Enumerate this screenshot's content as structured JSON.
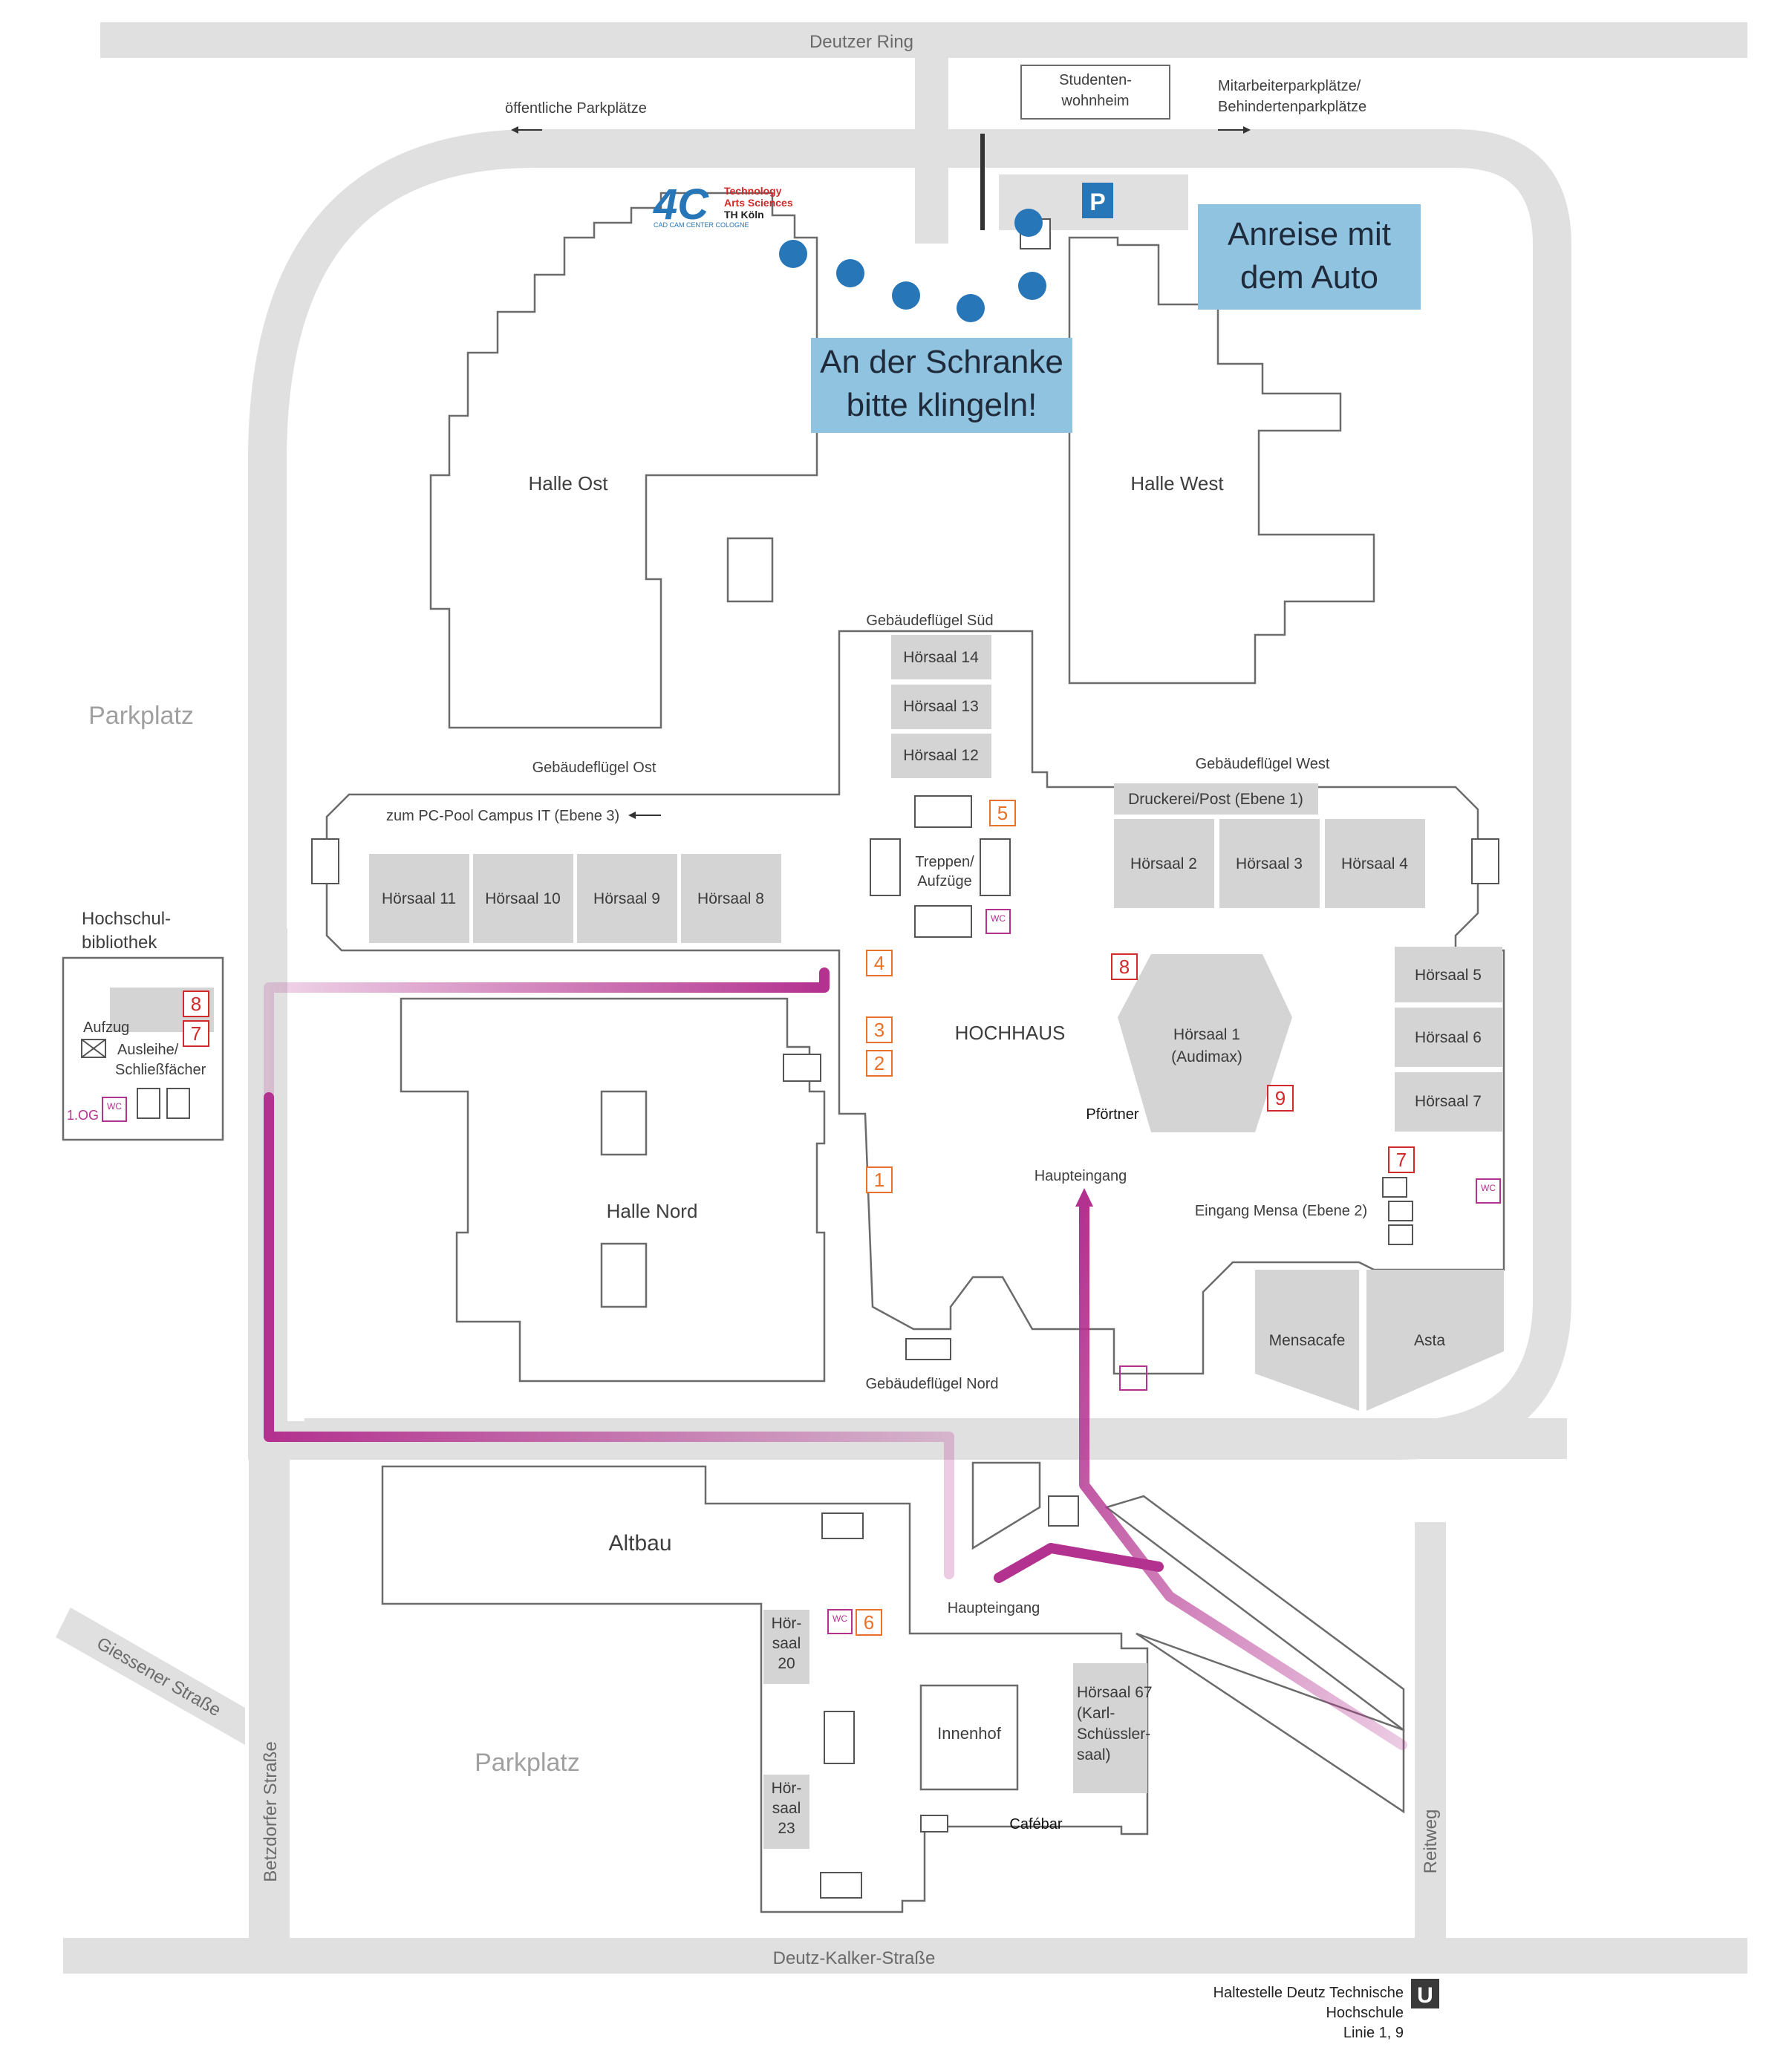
{
  "streets": {
    "deutzer_ring": "Deutzer Ring",
    "deutz_kalker": "Deutz-Kalker-Straße",
    "betzdorfer": "Betzdorfer Straße",
    "giessener": "Giessener Straße",
    "reitweg": "Reitweg"
  },
  "top_notes": {
    "public_parking": "öffentliche Parkplätze",
    "dorm_line1": "Studenten-",
    "dorm_line2": "wohnheim",
    "staff_line1": "Mitarbeiterparkplätze/",
    "staff_line2": "Behindertenparkplätze",
    "parking_sign": "P"
  },
  "logo": {
    "mark": "4C",
    "line1": "Technology",
    "line2": "Arts Sciences",
    "line3": "TH Köln",
    "line4": "CAD CAM CENTER COLOGNE"
  },
  "callouts": {
    "car_line1": "Anreise mit",
    "car_line2": "dem Auto",
    "gate_line1": "An der Schranke",
    "gate_line2": "bitte klingeln!"
  },
  "areas": {
    "parkplatz_left": "Parkplatz",
    "parkplatz_bottom": "Parkplatz"
  },
  "halls": {
    "ost": "Halle Ost",
    "west": "Halle West",
    "nord": "Halle Nord",
    "altbau": "Altbau",
    "hochhaus": "HOCHHAUS",
    "innenhof": "Innenhof"
  },
  "wings": {
    "sued": "Gebäudeflügel Süd",
    "ost": "Gebäudeflügel Ost",
    "west": "Gebäudeflügel West",
    "nord": "Gebäudeflügel Nord"
  },
  "rooms": {
    "h14": "Hörsaal 14",
    "h13": "Hörsaal 13",
    "h12": "Hörsaal 12",
    "h11": "Hörsaal 11",
    "h10": "Hörsaal 10",
    "h9": "Hörsaal 9",
    "h8": "Hörsaal 8",
    "h2": "Hörsaal 2",
    "h3": "Hörsaal 3",
    "h4": "Hörsaal 4",
    "h5": "Hörsaal 5",
    "h6": "Hörsaal 6",
    "h7": "Hörsaal 7",
    "h1_line1": "Hörsaal 1",
    "h1_line2": "(Audimax)",
    "druckerei": "Druckerei/Post (Ebene 1)",
    "mensacafe": "Mensacafe",
    "asta": "Asta",
    "h20_l1": "Hör-",
    "h20_l2": "saal",
    "h20_l3": "20",
    "h23_l1": "Hör-",
    "h23_l2": "saal",
    "h23_l3": "23",
    "h67_l1": "Hörsaal 67",
    "h67_l2": "(Karl-",
    "h67_l3": "Schüssler-",
    "h67_l4": "saal)"
  },
  "labels": {
    "pcpool": "zum PC-Pool Campus IT (Ebene 3)",
    "treppen_l1": "Treppen/",
    "treppen_l2": "Aufzüge",
    "pfoertner": "Pförtner",
    "haupteingang": "Haupteingang",
    "haupteingang_altbau": "Haupteingang",
    "eingang_mensa": "Eingang Mensa (Ebene 2)",
    "cafebar": "Cafébar",
    "bib_l1": "Hochschul-",
    "bib_l2": "bibliothek",
    "aufzug": "Aufzug",
    "ausleihe_l1": "Ausleihe/",
    "ausleihe_l2": "Schließfächer",
    "og": "1.OG",
    "wc": "WC",
    "haltestelle_l1": "Haltestelle  Deutz Technische",
    "haltestelle_l2": "Hochschule",
    "haltestelle_l3": "Linie 1, 9",
    "ubahn": "U"
  },
  "numbers": {
    "n1": "1",
    "n2": "2",
    "n3": "3",
    "n4": "4",
    "n5": "5",
    "n6": "6",
    "n7": "7",
    "n7b": "7",
    "n8": "8",
    "n8b": "8",
    "n9": "9"
  },
  "colors": {
    "road": "#e0e0e0",
    "building_fill": "#ffffff",
    "building_stroke": "#6b6b6b",
    "room": "#d4d4d4",
    "route": "#b3318f",
    "callout": "#8fc3e0",
    "dot": "#2776b8",
    "orange": "#e8722a",
    "red": "#d22a2a",
    "parking_blue": "#2776b8"
  }
}
